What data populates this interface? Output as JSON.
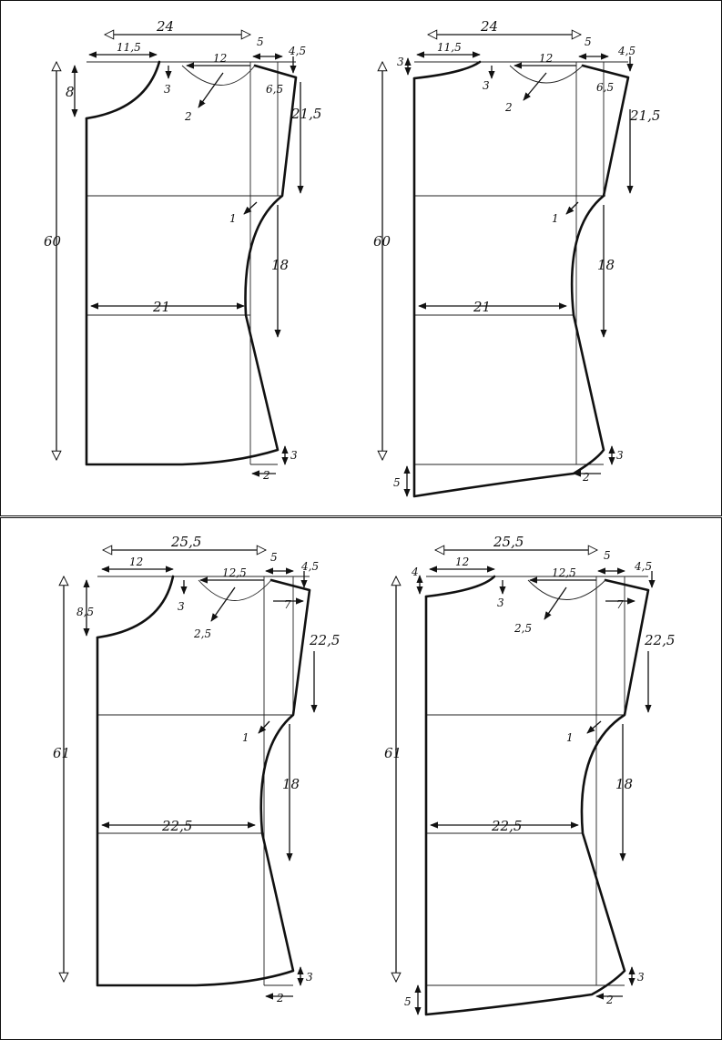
{
  "patterns": [
    {
      "labels": {
        "width": "24",
        "left": "11,5",
        "neck": "12",
        "drop": "8",
        "neckDepth": "3",
        "curve": "2",
        "shoulder": "5",
        "shoulderDrop": "4,5",
        "slant": "6,5",
        "armhole": "21,5",
        "armCurve": "1",
        "length": "60",
        "hip": "21",
        "side": "18",
        "hemUp": "3",
        "hemIn": "2"
      }
    },
    {
      "labels": {
        "width": "24",
        "left": "11,5",
        "neck": "12",
        "top": "3",
        "neckDepth": "3",
        "curve": "2",
        "shoulder": "5",
        "shoulderDrop": "4,5",
        "slant": "6,5",
        "armhole": "21,5",
        "armCurve": "1",
        "length": "60",
        "hip": "21",
        "side": "18",
        "hemUp": "3",
        "hemIn": "2",
        "bottom": "5"
      }
    },
    {
      "labels": {
        "width": "25,5",
        "left": "12",
        "neck": "12,5",
        "drop": "8,5",
        "neckDepth": "3",
        "curve": "2,5",
        "shoulder": "5",
        "shoulderDrop": "4,5",
        "slant": "7",
        "armhole": "22,5",
        "armCurve": "1",
        "length": "61",
        "hip": "22,5",
        "side": "18",
        "hemUp": "3",
        "hemIn": "2"
      }
    },
    {
      "labels": {
        "width": "25,5",
        "left": "12",
        "neck": "12,5",
        "top": "4",
        "neckDepth": "3",
        "curve": "2,5",
        "shoulder": "5",
        "shoulderDrop": "4,5",
        "slant": "7",
        "armhole": "22,5",
        "armCurve": "1",
        "length": "61",
        "hip": "22,5",
        "side": "18",
        "hemUp": "3",
        "hemIn": "2",
        "bottom": "5"
      }
    }
  ]
}
